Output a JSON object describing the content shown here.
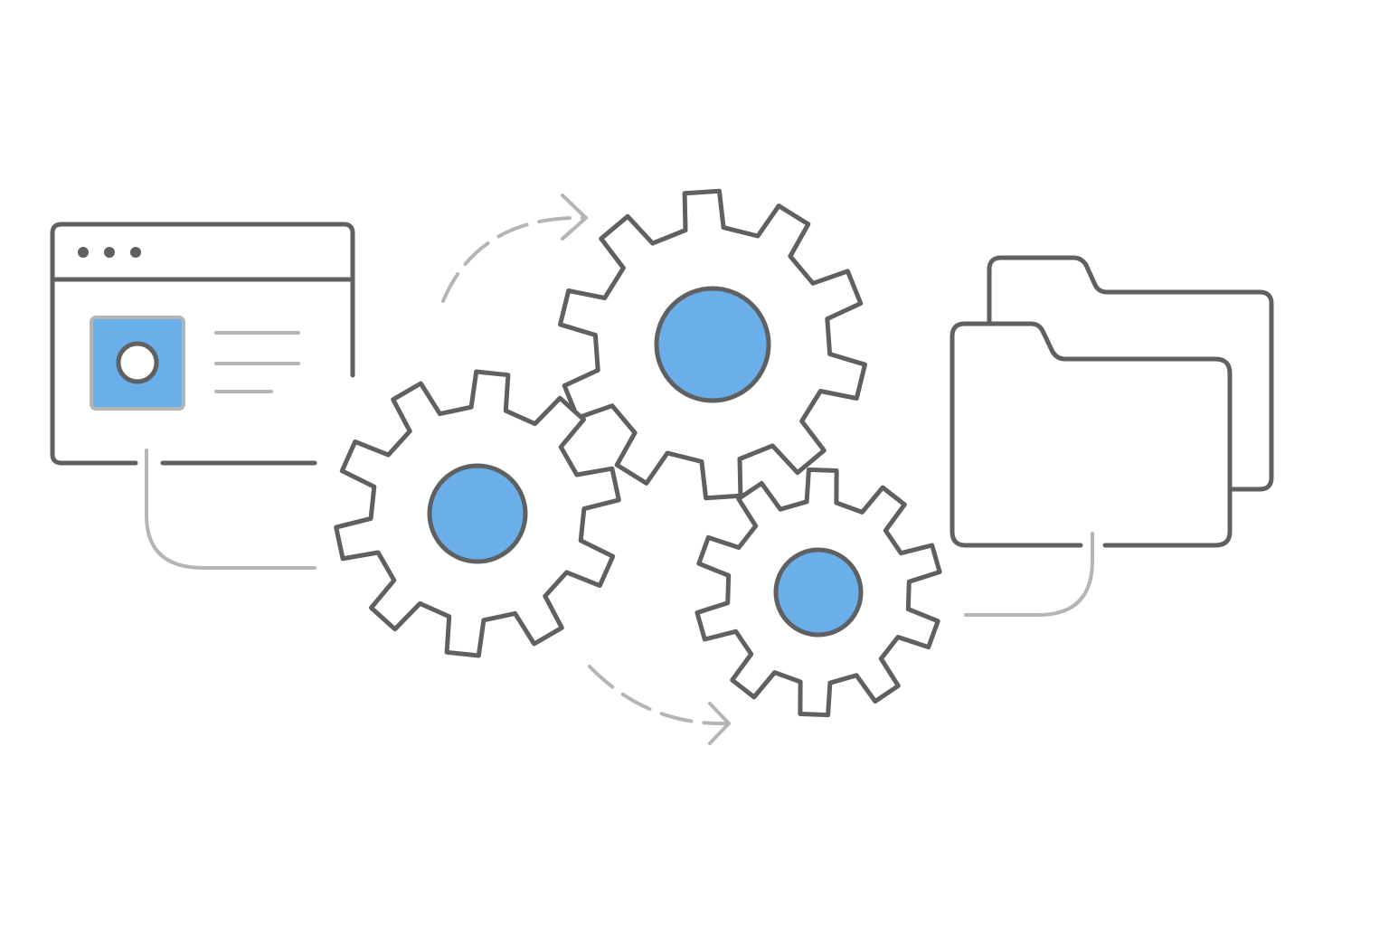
{
  "diagram": {
    "colors": {
      "background": "#ffffff",
      "outline": "#5f6062",
      "connector": "#b4b5b7",
      "accent": "#6aaeea",
      "gear_fill": "#ffffff",
      "app_icon_border": "#b4b5b7"
    },
    "nodes": [
      {
        "id": "app-window",
        "icon": "browser-window-icon",
        "title_bar_dots": 3,
        "content_lines": 3
      },
      {
        "id": "gear-large-top",
        "icon": "gear-icon",
        "teeth": 10
      },
      {
        "id": "gear-left",
        "icon": "gear-icon",
        "teeth": 10
      },
      {
        "id": "gear-small-right",
        "icon": "gear-icon",
        "teeth": 10
      },
      {
        "id": "folders",
        "icon": "folder-stack-icon",
        "count": 2
      }
    ],
    "connectors": [
      {
        "from": "app-window",
        "to": "gear-left",
        "style": "solid-curve"
      },
      {
        "from": "app-window",
        "to": "gear-large-top",
        "style": "dashed-arrow"
      },
      {
        "from": "gear-left",
        "to": "gear-small-right",
        "style": "dashed-arrow"
      },
      {
        "from": "gear-small-right",
        "to": "folders",
        "style": "solid-curve"
      }
    ]
  }
}
